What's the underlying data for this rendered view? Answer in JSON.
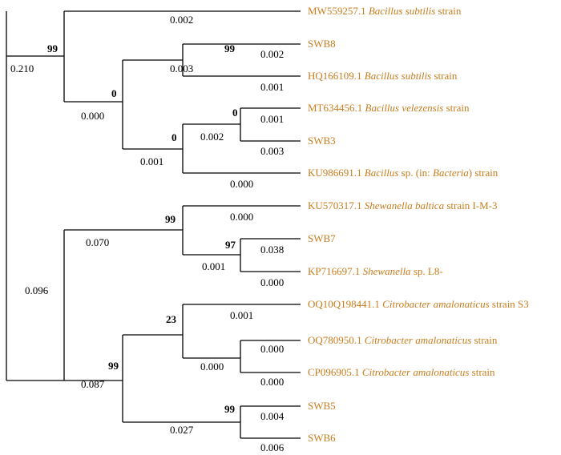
{
  "tree": {
    "label_color": "#c87d1e",
    "edge_color": "#000000",
    "leaves": [
      {
        "accession": "MW559257.1",
        "species": "Bacillus subtilis",
        "suffix": "strain"
      },
      {
        "accession": "SWB8",
        "species": "",
        "suffix": ""
      },
      {
        "accession": "HQ166109.1",
        "species": "Bacillus subtilis",
        "suffix": "strain"
      },
      {
        "accession": "MT634456.1",
        "species": "Bacillus velezensis",
        "suffix": "strain"
      },
      {
        "accession": "SWB3",
        "species": "",
        "suffix": ""
      },
      {
        "accession": "KU986691.1",
        "species": "Bacillus",
        "suffix": "sp. (in: Bacteria) strain"
      },
      {
        "accession": "KU570317.1",
        "species": "Shewanella baltica",
        "suffix": "strain I-M-3"
      },
      {
        "accession": "SWB7",
        "species": "",
        "suffix": ""
      },
      {
        "accession": "KP716697.1",
        "species": "Shewanella",
        "suffix": "sp. L8-"
      },
      {
        "accession": "OQ10Q198441.1",
        "species": "Citrobacter amalonaticus",
        "suffix": "strain S3"
      },
      {
        "accession": "OQ780950.1",
        "species": "Citrobacter amalonaticus",
        "suffix": "strain"
      },
      {
        "accession": "CP096905.1",
        "species": "Citrobacter amalonaticus",
        "suffix": "strain"
      },
      {
        "accession": "SWB5",
        "species": "",
        "suffix": ""
      },
      {
        "accession": "SWB6",
        "species": "",
        "suffix": ""
      }
    ],
    "branch_lengths": [
      "0.002",
      "0.210",
      "0.003",
      "0.002",
      "0.001",
      "0.000",
      "0.001",
      "0.002",
      "0.001",
      "0.003",
      "0.000",
      "0.096",
      "0.070",
      "0.000",
      "0.038",
      "0.001",
      "0.000",
      "0.001",
      "0.000",
      "0.000",
      "0.000",
      "0.087",
      "0.027",
      "0.004",
      "0.006"
    ],
    "bootstrap": [
      "99",
      "99",
      "0",
      "0",
      "0",
      "99",
      "97",
      "23",
      "99",
      "99"
    ]
  }
}
